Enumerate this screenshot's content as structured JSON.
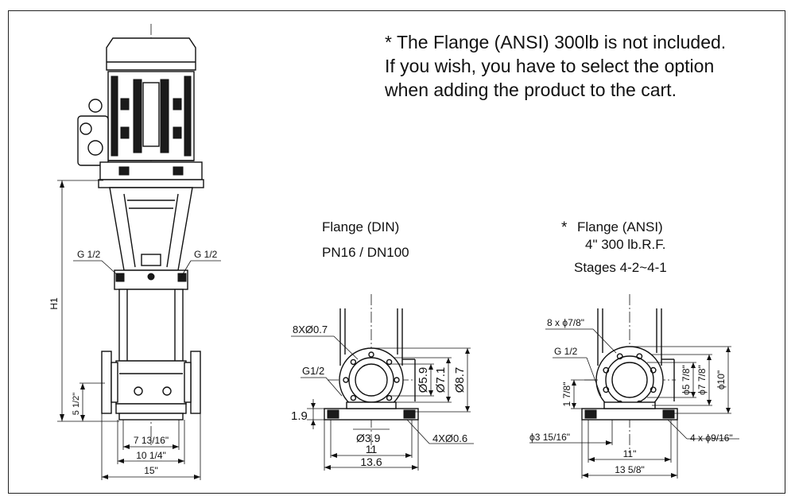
{
  "note": {
    "line1": "The Flange (ANSI) 300lb is not included.",
    "line2": "If you wish, you have to select the option",
    "line3": "when adding the product to the cart.",
    "asterisk": "*"
  },
  "pump": {
    "h1": "H1",
    "g_left": "G 1/2",
    "g_right": "G 1/2",
    "dim_5_1_2": "5 1/2\"",
    "dim_7_13_16": "7 13/16\"",
    "dim_10_1_4": "10 1/4\"",
    "dim_15": "15\""
  },
  "din": {
    "title": "Flange (DIN)",
    "spec": "PN16 / DN100",
    "holes": "8XØ0.7",
    "g": "G1/2",
    "d59": "Ø5.9",
    "d71": "Ø7.1",
    "d87": "Ø8.7",
    "h19": "1.9",
    "d39": "Ø3.9",
    "w11": "11",
    "w136": "13.6",
    "feet": "4XØ0.6"
  },
  "ansi": {
    "asterisk": "*",
    "title": "Flange (ANSI)",
    "spec": "4\" 300 lb.R.F.",
    "stages": "Stages 4-2~4-1",
    "holes": "8 x ϕ7/8\"",
    "g": "G 1/2",
    "h178": "1 7/8\"",
    "d5": "ϕ5 7/8\"",
    "d7": "ϕ7 7/8\"",
    "d10": "ϕ10\"",
    "d3": "ϕ3 15/16\"",
    "w11": "11\"",
    "w13": "13 5/8\"",
    "feet": "4 x ϕ9/16\""
  }
}
